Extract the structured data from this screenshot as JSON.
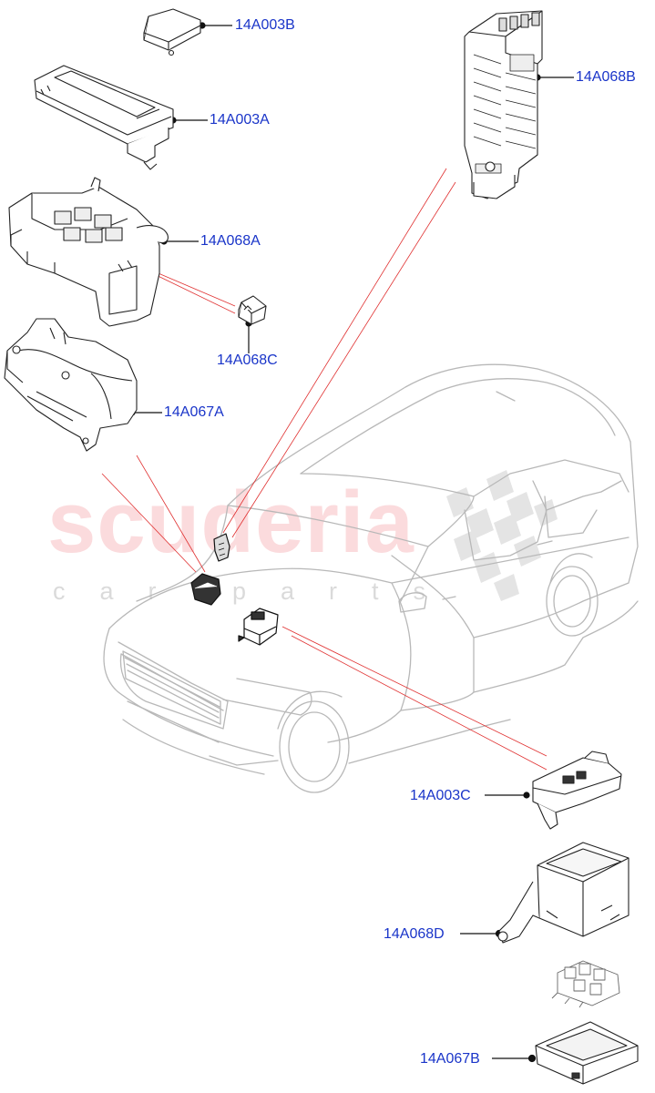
{
  "watermark": {
    "brand": "scuderia",
    "tagline": "car parts"
  },
  "parts": [
    {
      "id": "14A003B"
    },
    {
      "id": "14A003A"
    },
    {
      "id": "14A068A"
    },
    {
      "id": "14A068C"
    },
    {
      "id": "14A067A"
    },
    {
      "id": "14A068B"
    },
    {
      "id": "14A003C"
    },
    {
      "id": "14A068D"
    },
    {
      "id": "14A067B"
    }
  ],
  "colors": {
    "label": "#1a35c9",
    "leader": "#e03030",
    "drawing": "#222222",
    "car": "#b8b8b8",
    "watermark": "#eb5a64"
  }
}
